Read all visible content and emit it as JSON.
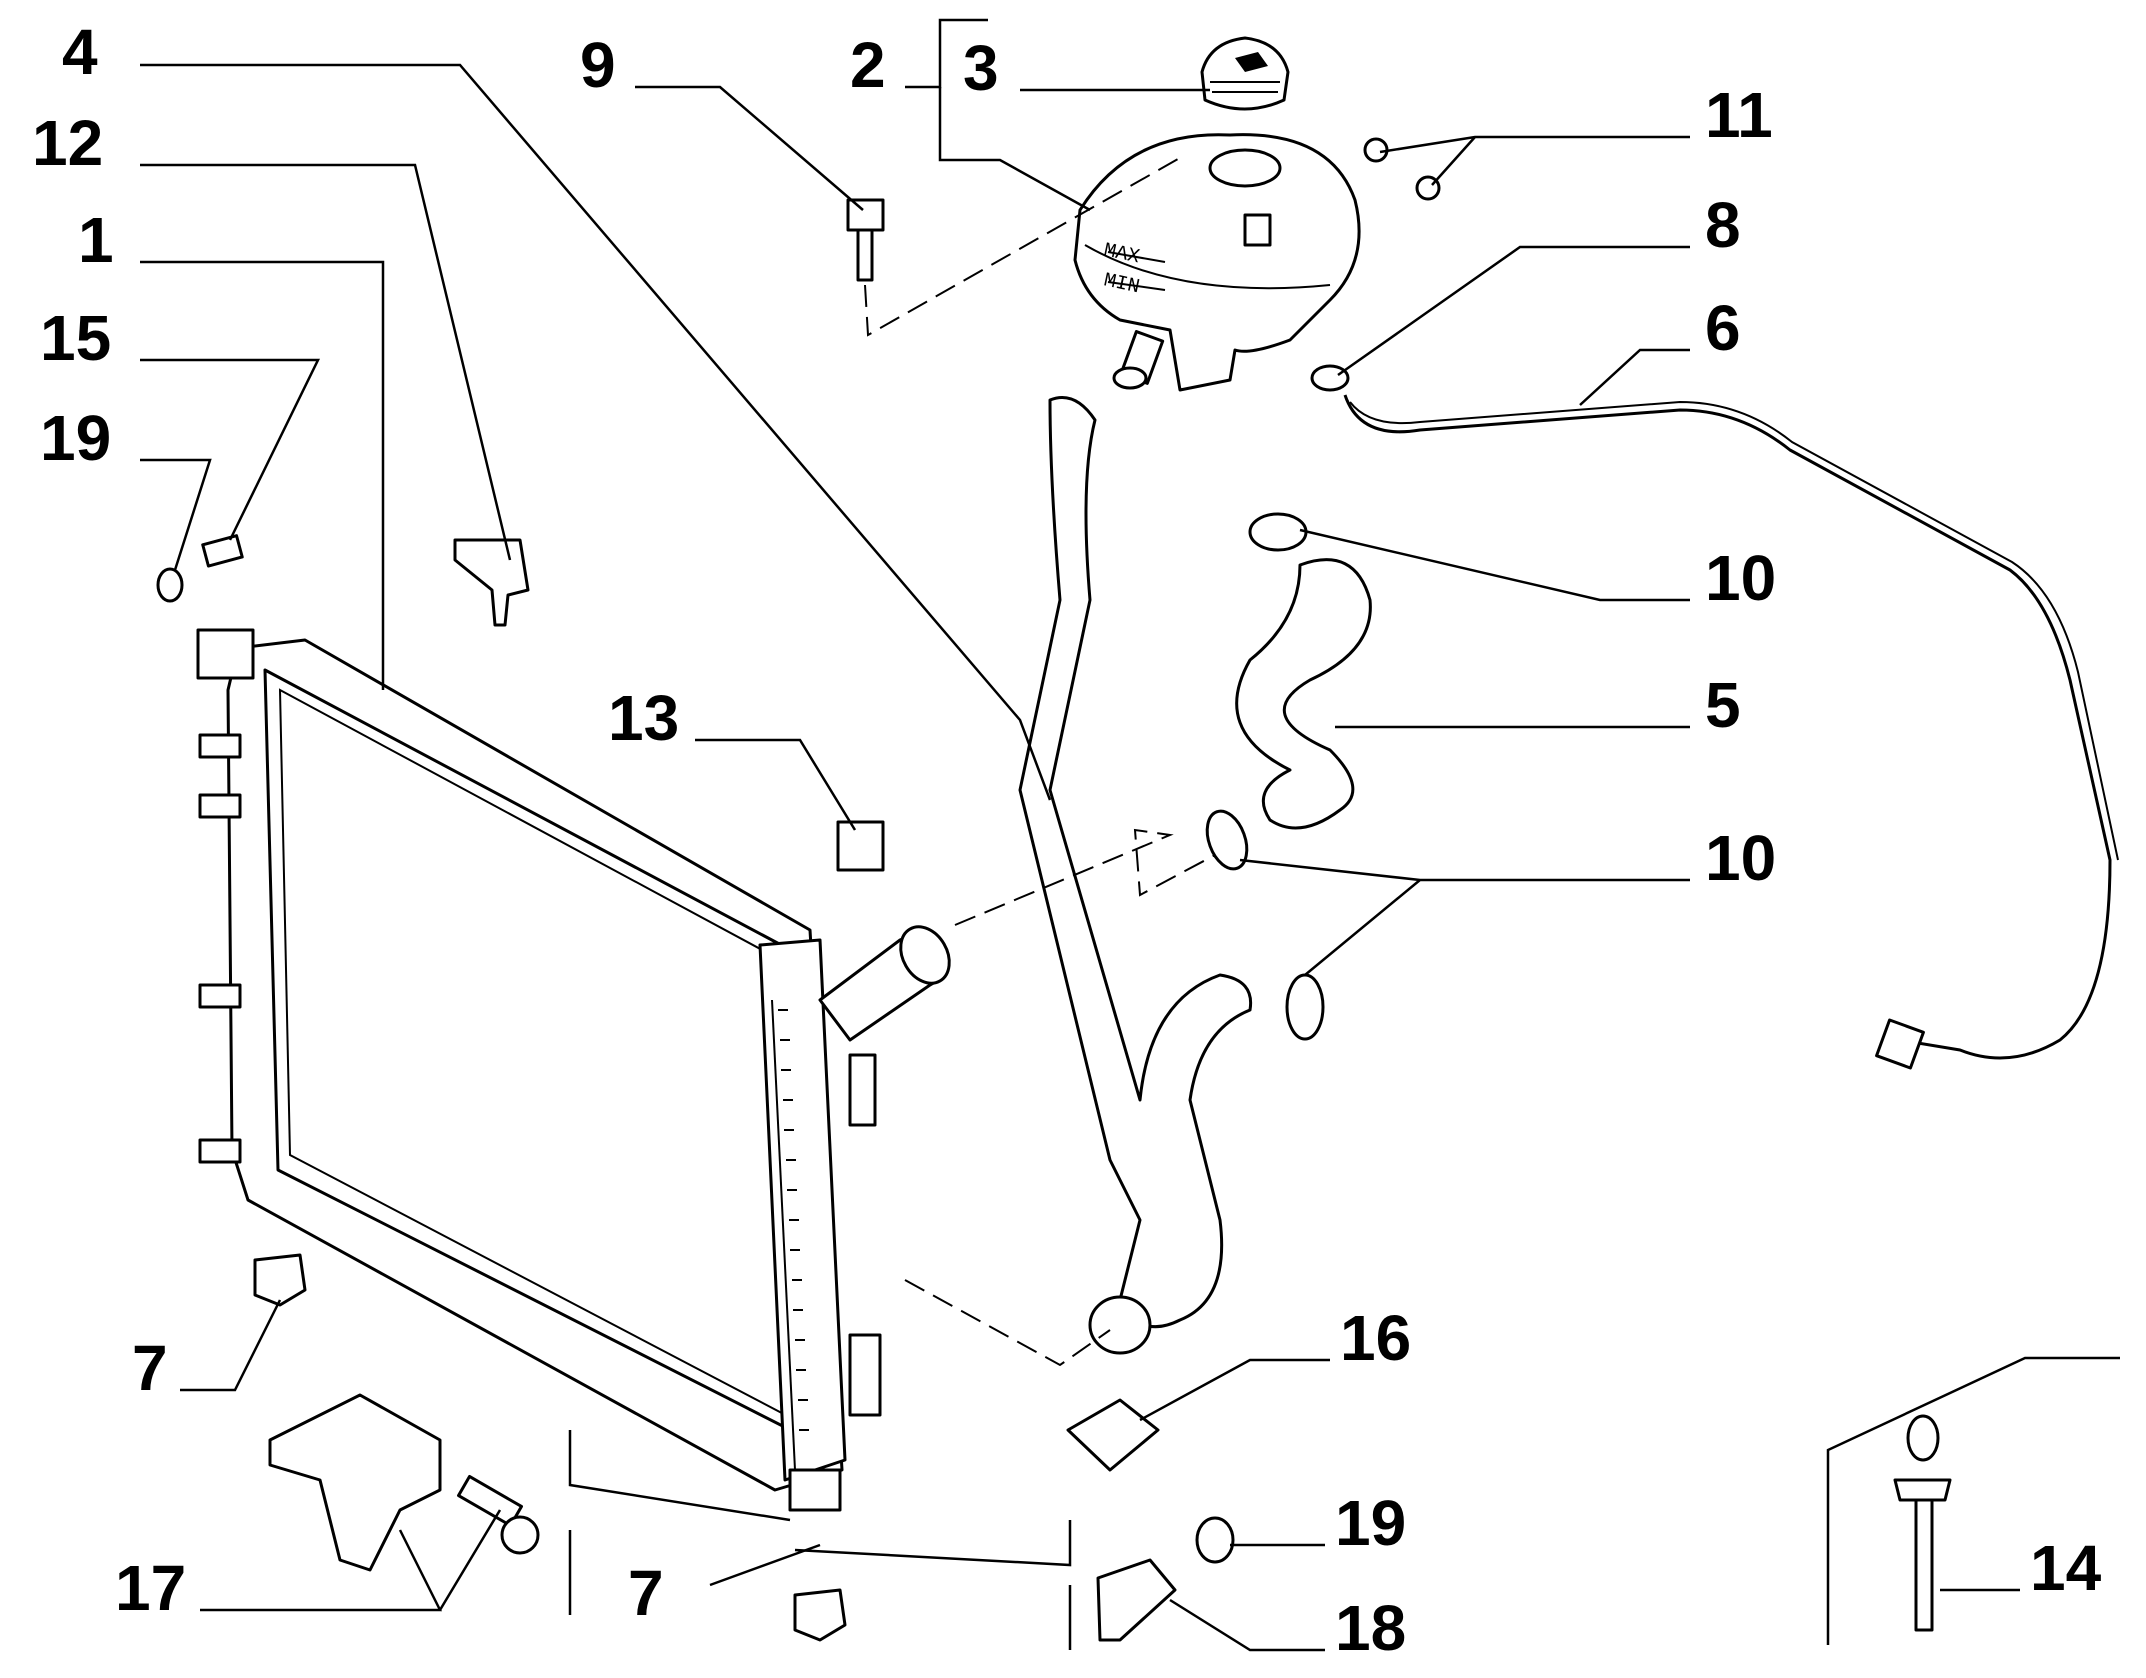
{
  "diagram": {
    "title": "",
    "callouts": [
      {
        "id": "4",
        "label": "4"
      },
      {
        "id": "12",
        "label": "12"
      },
      {
        "id": "1",
        "label": "1"
      },
      {
        "id": "15",
        "label": "15"
      },
      {
        "id": "19a",
        "label": "19"
      },
      {
        "id": "9",
        "label": "9"
      },
      {
        "id": "2",
        "label": "2"
      },
      {
        "id": "3",
        "label": "3"
      },
      {
        "id": "11",
        "label": "11"
      },
      {
        "id": "8",
        "label": "8"
      },
      {
        "id": "6",
        "label": "6"
      },
      {
        "id": "10a",
        "label": "10"
      },
      {
        "id": "5",
        "label": "5"
      },
      {
        "id": "13",
        "label": "13"
      },
      {
        "id": "10b",
        "label": "10"
      },
      {
        "id": "7a",
        "label": "7"
      },
      {
        "id": "16",
        "label": "16"
      },
      {
        "id": "17",
        "label": "17"
      },
      {
        "id": "19b",
        "label": "19"
      },
      {
        "id": "7b",
        "label": "7"
      },
      {
        "id": "18",
        "label": "18"
      },
      {
        "id": "14",
        "label": "14"
      }
    ],
    "tank_markings": {
      "max": "MAX",
      "min": "MIN"
    }
  }
}
